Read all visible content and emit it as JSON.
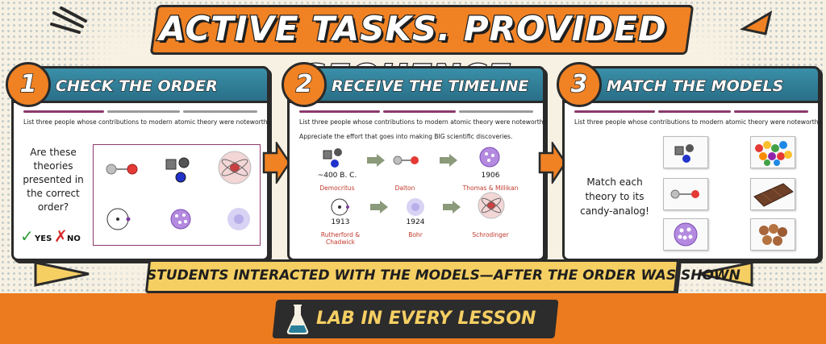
{
  "title": "ACTIVE TASKS. PROVIDED SEQUENCE.",
  "colors": {
    "orange": "#f08224",
    "teal": "#2a7f9a",
    "yellow": "#f6cf63",
    "dark": "#2a2a2a",
    "rule_purple": "#8a3a6a",
    "rule_gray": "#9a9a9a",
    "red_label": "#c0392b"
  },
  "prompt": "List three people whose contributions to modern atomic theory were noteworthy.",
  "panels": [
    {
      "number": "1",
      "title": "CHECK THE ORDER",
      "question": "Are these theories presented in the correct order?",
      "yes": "YES",
      "no": "NO"
    },
    {
      "number": "2",
      "title": "RECEIVE THE TIMELINE",
      "prompt2": "Appreciate the effort that goes into making BIG scientific discoveries.",
      "timeline": [
        {
          "year": "~400 B. C.",
          "name": "Democritus"
        },
        {
          "year": "",
          "name": "Dalton"
        },
        {
          "year": "1906",
          "name": "Thomas & Millikan"
        },
        {
          "year": "1913",
          "name": "Rutherford & Chadwick"
        },
        {
          "year": "1924",
          "name": "Bohr"
        },
        {
          "year": "",
          "name": "Schrodinger"
        }
      ]
    },
    {
      "number": "3",
      "title": "MATCH THE MODELS",
      "instruction": "Match each theory to its candy-analog!"
    }
  ],
  "caption": "STUDENTS INTERACTED WITH THE MODELS—AFTER THE ORDER WAS SHOWN",
  "footer": "LAB IN EVERY LESSON",
  "icons": [
    "starburst-icon",
    "arrow-right-icon",
    "flask-icon",
    "check-icon",
    "x-icon",
    "atom-model-icon",
    "candy-icon"
  ]
}
